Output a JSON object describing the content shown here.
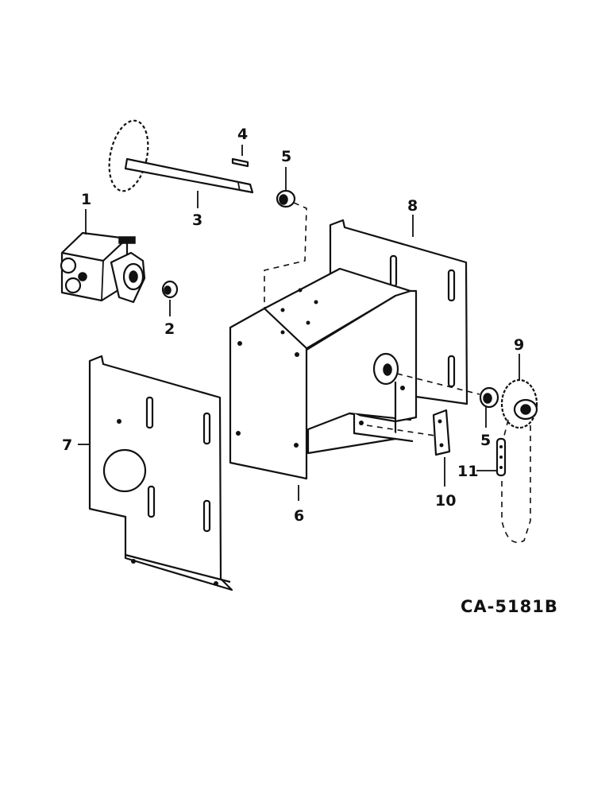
{
  "callouts": {
    "c1": "1",
    "c2": "2",
    "c3": "3",
    "c4": "4",
    "c5a": "5",
    "c5b": "5",
    "c6": "6",
    "c7": "7",
    "c8": "8",
    "c9": "9",
    "c10": "10",
    "c11": "11"
  },
  "drawing_code": "CA-5181B"
}
